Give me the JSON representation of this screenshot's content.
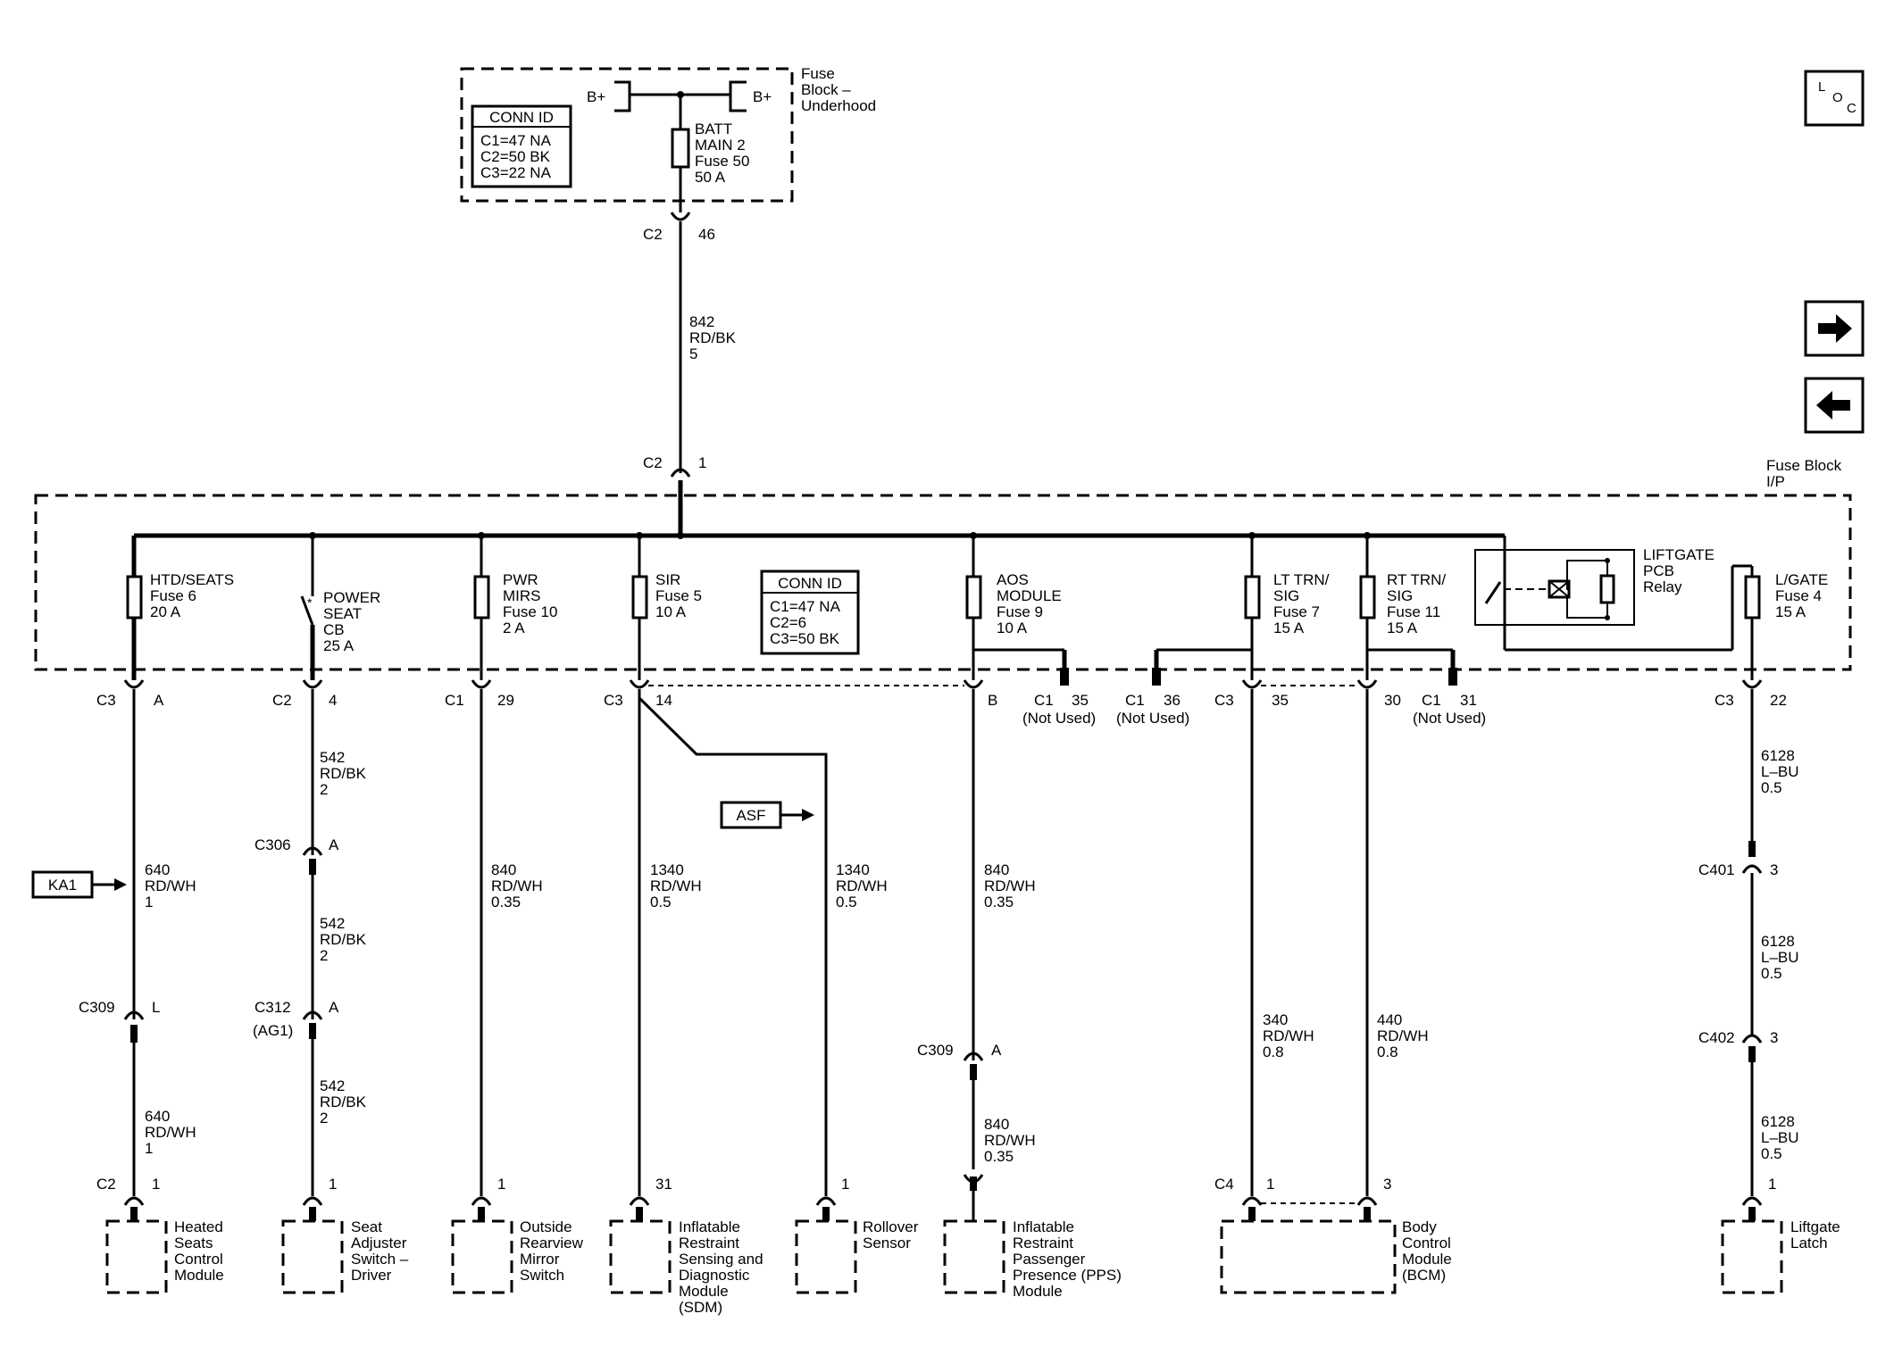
{
  "fuse_block_underhood": {
    "name": "Fuse Block – Underhood",
    "bplus_left": "B+",
    "bplus_right": "B+",
    "fuse": "BATT MAIN 2 Fuse 50 50 A",
    "fuse_lines": [
      "BATT",
      "MAIN 2",
      "Fuse 50",
      "50 A"
    ],
    "name_lines": [
      "Fuse",
      "Block –",
      "Underhood"
    ],
    "conn_id": {
      "title": "CONN ID",
      "lines": [
        "C1=47 NA",
        "C2=50 BK",
        "C3=22 NA"
      ]
    },
    "out_conn": "C2",
    "out_pin": "46"
  },
  "feed_wire": {
    "lines": [
      "842",
      "RD/BK",
      "5"
    ]
  },
  "fuse_block_ip": {
    "name_lines": [
      "Fuse Block",
      "I/P"
    ],
    "in_conn": "C2",
    "in_pin": "1",
    "conn_id": {
      "title": "CONN ID",
      "lines": [
        "C1=47 NA",
        "C2=6",
        "C3=50 BK"
      ]
    },
    "fuses": [
      {
        "lines": [
          "HTD/SEATS",
          "Fuse 6",
          "20 A"
        ]
      },
      {
        "lines": [
          "POWER",
          "SEAT",
          "CB",
          "25 A"
        ]
      },
      {
        "lines": [
          "PWR",
          "MIRS",
          "Fuse 10",
          "2 A"
        ]
      },
      {
        "lines": [
          "SIR",
          "Fuse 5",
          "10 A"
        ]
      },
      {
        "lines": [
          "AOS",
          "MODULE",
          "Fuse 9",
          "10 A"
        ]
      },
      {
        "lines": [
          "LT TRN/",
          "SIG",
          "Fuse 7",
          "15 A"
        ]
      },
      {
        "lines": [
          "RT TRN/",
          "SIG",
          "Fuse 11",
          "15 A"
        ]
      },
      {
        "lines": [
          "L/GATE",
          "Fuse 4",
          "15 A"
        ]
      }
    ],
    "relay": {
      "lines": [
        "LIFTGATE",
        "PCB",
        "Relay"
      ]
    },
    "unused": [
      {
        "conn": "C1",
        "pin": "35",
        "note": "(Not Used)"
      },
      {
        "conn": "C1",
        "pin": "36",
        "note": "(Not Used)"
      },
      {
        "conn": "C1",
        "pin": "31",
        "note": "(Not Used)"
      }
    ]
  },
  "circuits": [
    {
      "out_conn": "C3",
      "out_pin": "A",
      "wire1": [
        "640",
        "RD/WH",
        "1"
      ],
      "mid_conn": "C309",
      "mid_pin": "L",
      "wire2": [
        "640",
        "RD/WH",
        "1"
      ],
      "dest_conn": "C2",
      "dest_pin": "1",
      "dest": [
        "Heated",
        "Seats",
        "Control",
        "Module"
      ],
      "ref": "KA1"
    },
    {
      "out_conn": "C2",
      "out_pin": "4",
      "wire1": [
        "542",
        "RD/BK",
        "2"
      ],
      "mid1_conn": "C306",
      "mid1_pin": "A",
      "wire2": [
        "542",
        "RD/BK",
        "2"
      ],
      "mid2_conn": "C312",
      "mid2_sub": "(AG1)",
      "mid2_pin": "A",
      "wire3": [
        "542",
        "RD/BK",
        "2"
      ],
      "dest_pin": "1",
      "dest": [
        "Seat",
        "Adjuster",
        "Switch –",
        "Driver"
      ]
    },
    {
      "out_conn": "C1",
      "out_pin": "29",
      "wire1": [
        "840",
        "RD/WH",
        "0.35"
      ],
      "dest_pin": "1",
      "dest": [
        "Outside",
        "Rearview",
        "Mirror",
        "Switch"
      ]
    },
    {
      "out_conn": "C3",
      "out_pin": "14",
      "wire1": [
        "1340",
        "RD/WH",
        "0.5"
      ],
      "dest_pin": "31",
      "dest": [
        "Inflatable",
        "Restraint",
        "Sensing and",
        "Diagnostic",
        "Module",
        "(SDM)"
      ],
      "branch_wire": [
        "1340",
        "RD/WH",
        "0.5"
      ],
      "branch_ref": "ASF",
      "branch_pin": "1",
      "branch_dest": [
        "Rollover",
        "Sensor"
      ]
    },
    {
      "out_conn": "",
      "out_pin": "B",
      "wire1": [
        "840",
        "RD/WH",
        "0.35"
      ],
      "mid_conn": "C309",
      "mid_pin": "A",
      "wire2": [
        "840",
        "RD/WH",
        "0.35"
      ],
      "dest": [
        "Inflatable",
        "Restraint",
        "Passenger",
        "Presence (PPS)",
        "Module"
      ]
    },
    {
      "out_conn": "C3",
      "out_pin": "35",
      "wire1": [
        "340",
        "RD/WH",
        "0.8"
      ],
      "dest_conn": "C4",
      "dest_pin": "1"
    },
    {
      "out_pin": "30",
      "wire1": [
        "440",
        "RD/WH",
        "0.8"
      ],
      "dest_pin": "3",
      "dest": [
        "Body",
        "Control",
        "Module",
        "(BCM)"
      ]
    },
    {
      "out_conn": "C3",
      "out_pin": "22",
      "wire1": [
        "6128",
        "L–BU",
        "0.5"
      ],
      "mid1_conn": "C401",
      "mid1_pin": "3",
      "wire2": [
        "6128",
        "L–BU",
        "0.5"
      ],
      "mid2_conn": "C402",
      "mid2_pin": "3",
      "wire3": [
        "6128",
        "L–BU",
        "0.5"
      ],
      "dest_pin": "1",
      "dest": [
        "Liftgate",
        "Latch"
      ]
    }
  ],
  "nav": {
    "loc": [
      "L",
      "O",
      "C"
    ],
    "next": "next-page",
    "prev": "previous-page"
  }
}
